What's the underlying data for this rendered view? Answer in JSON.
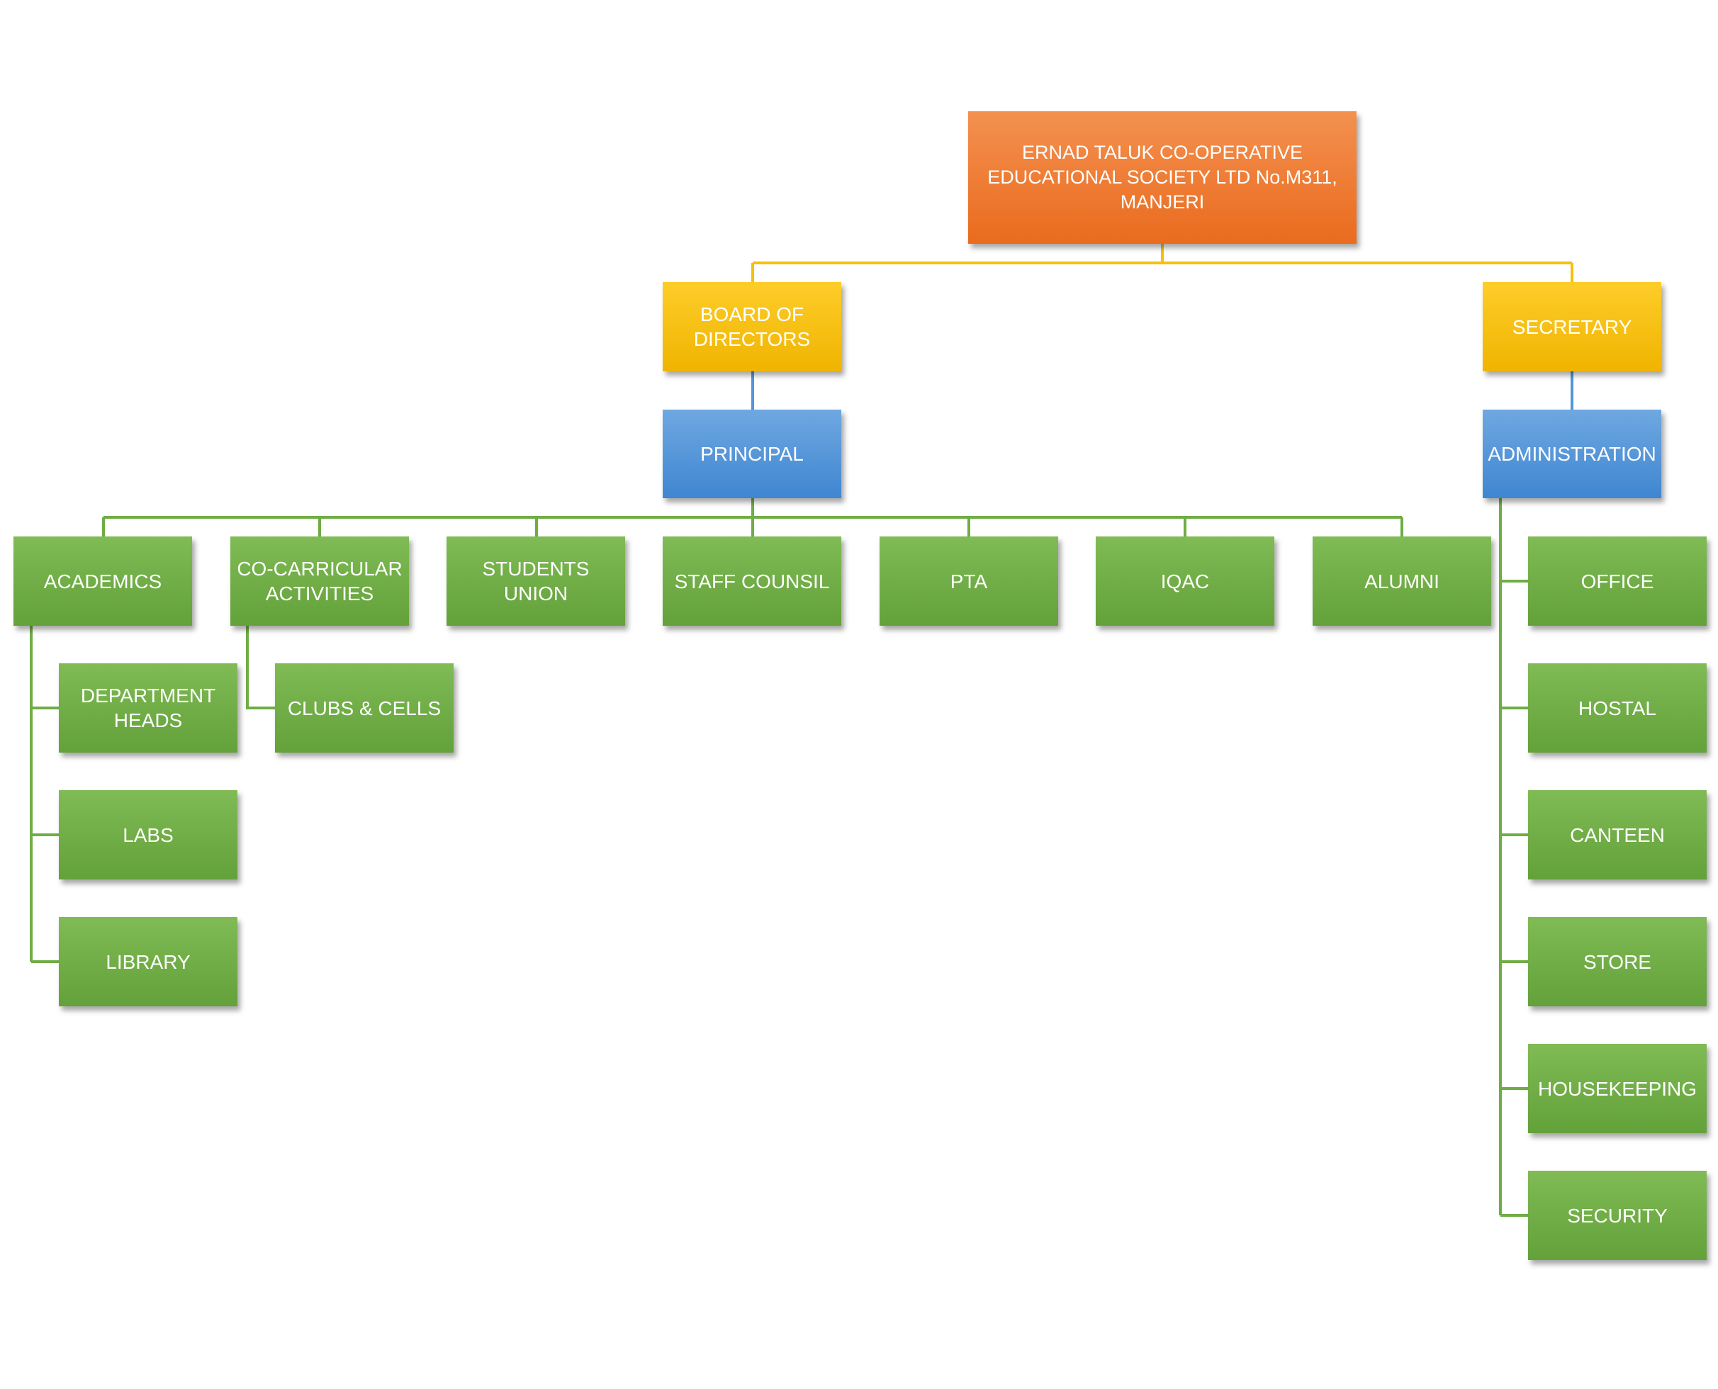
{
  "colors": {
    "root": "#ed7a33",
    "management": "#f7c00c",
    "head": "#5596d9",
    "unit": "#6fad45",
    "line_management": "#f7c00c",
    "line_head": "#5596d9",
    "line_unit": "#6fad45"
  },
  "nodes": {
    "root": "ERNAD TALUK CO-OPERATIVE\nEDUCATIONAL SOCIETY LTD No.M311,\nMANJERI",
    "board": "BOARD OF\nDIRECTORS",
    "secretary": "SECRETARY",
    "principal": "PRINCIPAL",
    "administration": "ADMINISTRATION",
    "academics": "ACADEMICS",
    "cocurricular": "CO-CARRICULAR\nACTIVITIES",
    "students_union": "STUDENTS UNION",
    "staff_counsil": "STAFF COUNSIL",
    "pta": "PTA",
    "iqac": "IQAC",
    "alumni": "ALUMNI",
    "department_heads": "DEPARTMENT\nHEADS",
    "labs": "LABS",
    "library": "LIBRARY",
    "clubs_cells": "CLUBS & CELLS",
    "office": "OFFICE",
    "hostal": "HOSTAL",
    "canteen": "CANTEEN",
    "store": "STORE",
    "housekeeping": "HOUSEKEEPING",
    "security": "SECURITY"
  }
}
